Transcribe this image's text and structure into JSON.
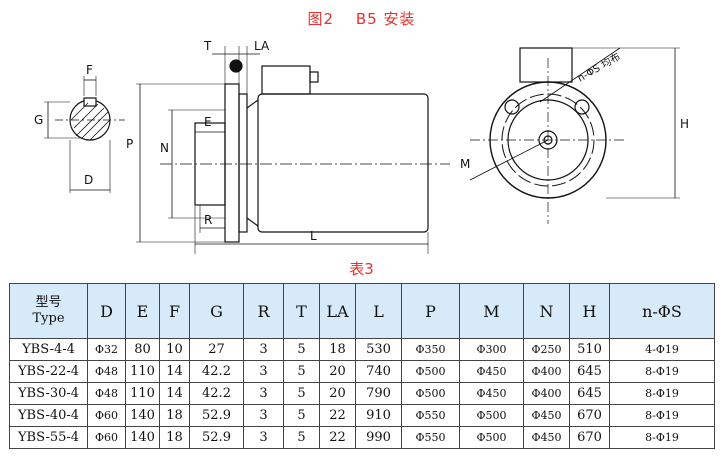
{
  "figure": {
    "title_num": "图2",
    "title_text": "B5 安装",
    "labels": {
      "T": "T",
      "LA": "LA",
      "F": "F",
      "G": "G",
      "D": "D",
      "P": "P",
      "N": "N",
      "E": "E",
      "R": "R",
      "L": "L",
      "M": "M",
      "H": "H",
      "holes": "n-ΦS 均布"
    }
  },
  "table": {
    "title": "表3",
    "header_type_cn": "型号",
    "header_type_en": "Type",
    "columns": [
      "D",
      "E",
      "F",
      "G",
      "R",
      "T",
      "LA",
      "L",
      "P",
      "M",
      "N",
      "H",
      "n-ΦS"
    ],
    "rows": [
      [
        "YBS-4-4",
        "Φ32",
        "80",
        "10",
        "27",
        "3",
        "5",
        "18",
        "530",
        "Φ350",
        "Φ300",
        "Φ250",
        "510",
        "4-Φ19"
      ],
      [
        "YBS-22-4",
        "Φ48",
        "110",
        "14",
        "42.2",
        "3",
        "5",
        "20",
        "740",
        "Φ500",
        "Φ450",
        "Φ400",
        "645",
        "8-Φ19"
      ],
      [
        "YBS-30-4",
        "Φ48",
        "110",
        "14",
        "42.2",
        "3",
        "5",
        "20",
        "790",
        "Φ500",
        "Φ450",
        "Φ400",
        "645",
        "8-Φ19"
      ],
      [
        "YBS-40-4",
        "Φ60",
        "140",
        "18",
        "52.9",
        "3",
        "5",
        "22",
        "910",
        "Φ550",
        "Φ500",
        "Φ450",
        "670",
        "8-Φ19"
      ],
      [
        "YBS-55-4",
        "Φ60",
        "140",
        "18",
        "52.9",
        "3",
        "5",
        "22",
        "990",
        "Φ550",
        "Φ500",
        "Φ450",
        "670",
        "8-Φ19"
      ]
    ]
  }
}
